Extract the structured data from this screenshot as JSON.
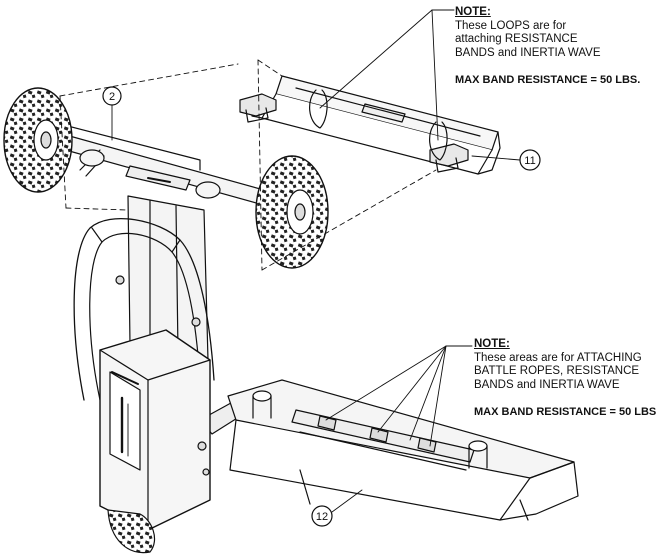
{
  "notes": {
    "top": {
      "heading": "NOTE:",
      "lines": [
        "These LOOPS are for",
        "attaching RESISTANCE",
        "BANDS and INERTIA WAVE"
      ],
      "max": "MAX BAND RESISTANCE = 50 LBS."
    },
    "bottom": {
      "heading": "NOTE:",
      "lines": [
        "These areas are for ATTACHING",
        "BATTLE ROPES, RESISTANCE",
        "BANDS and INERTIA WAVE"
      ],
      "max": "MAX BAND RESISTANCE = 50 LBS"
    }
  },
  "callouts": {
    "part_2": "2",
    "part_11": "11",
    "part_12": "12"
  }
}
